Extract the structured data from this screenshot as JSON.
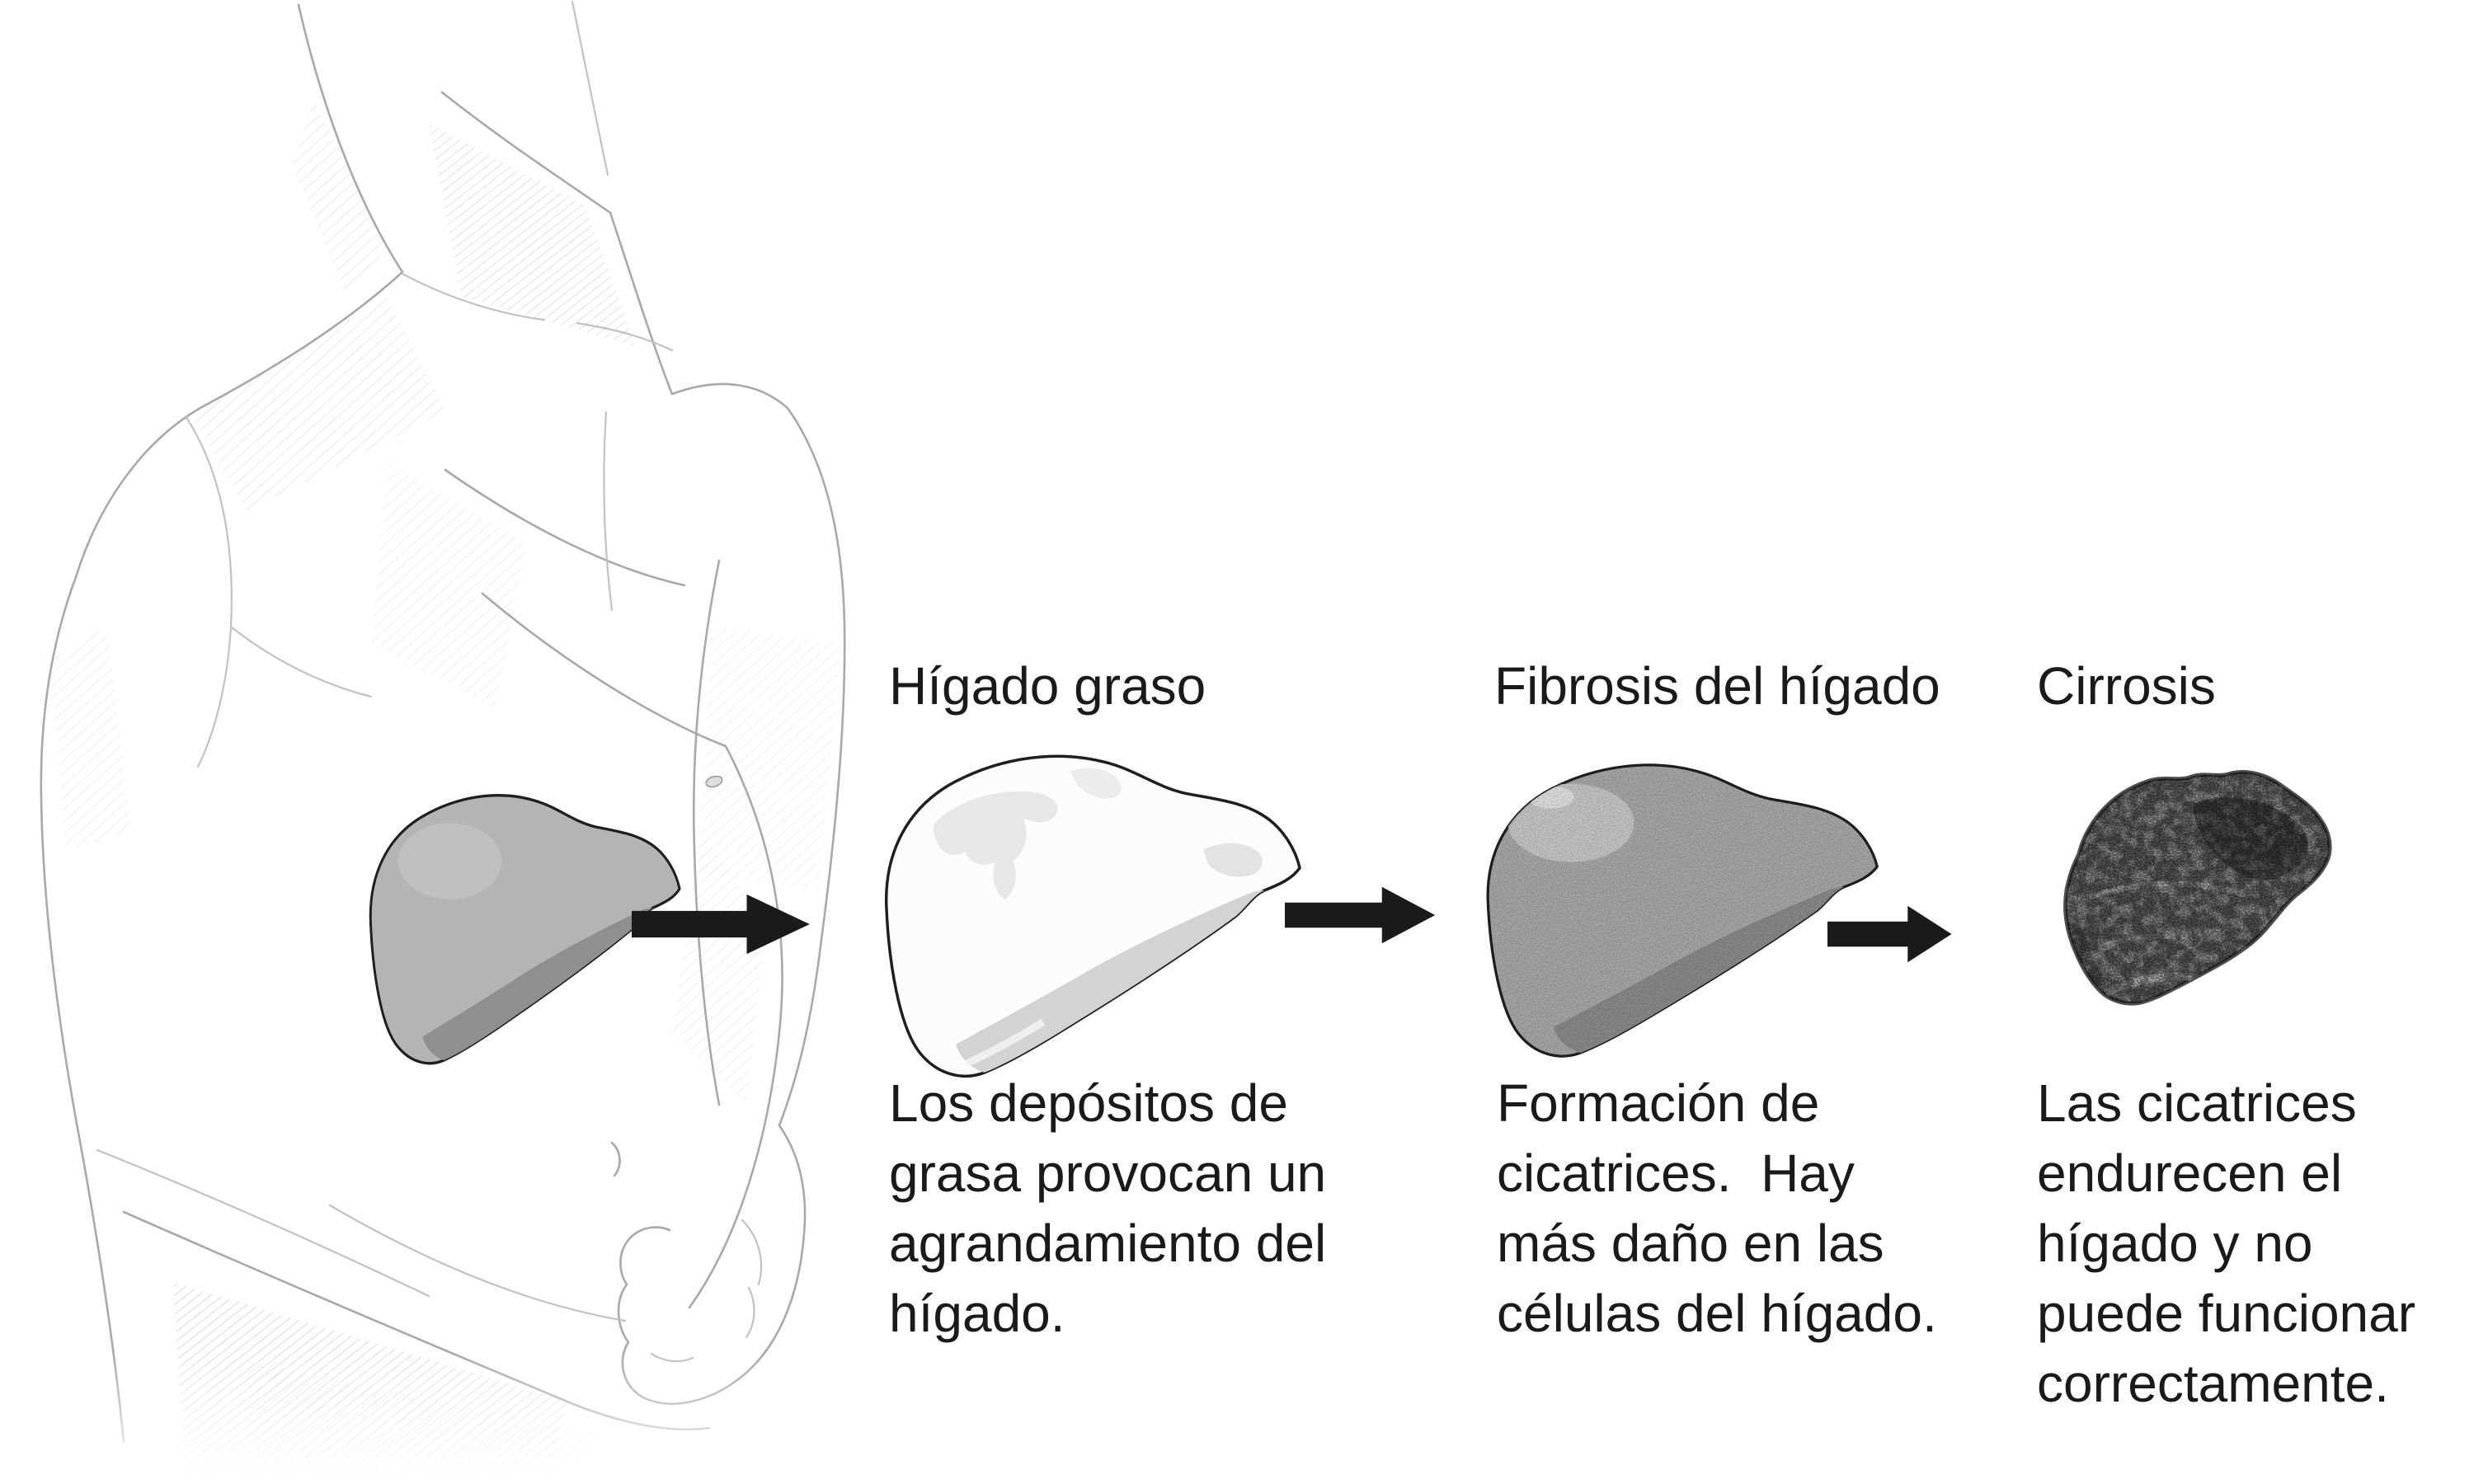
{
  "diagram": {
    "background": "#ffffff",
    "colors": {
      "text": "#1a1a1a",
      "arrow": "#1a1a1a",
      "outline": "#1f1f1f",
      "sketch_stroke": "#a9a9a9",
      "healthy_liver_top": "#b4b4b4",
      "healthy_liver_bottom": "#8f8f8f",
      "fatty_liver_top": "#fcfcfc",
      "fatty_liver_bottom": "#d3d3d3",
      "fibrotic_liver_top": "#a8a8a8",
      "fibrotic_liver_bottom": "#8a8a8a",
      "cirrhotic_liver_base": "#9a9a9a",
      "cirrhotic_liver_outline": "#4f4f4f"
    },
    "figure": {
      "name": "male-torso-pencil-sketch-with-liver"
    },
    "stages": [
      {
        "title": "Hígado graso",
        "description": "Los depósitos de\ngrasa provocan un\nagrandamiento del\nhígado."
      },
      {
        "title": "Fibrosis del hígado",
        "description": "Formación de\ncicatrices.  Hay\nmás daño en las\ncélulas del hígado."
      },
      {
        "title": "Cirrosis",
        "description": "Las cicatrices\nendurecen el\nhígado y no\npuede funcionar\ncorrectamente."
      }
    ]
  }
}
